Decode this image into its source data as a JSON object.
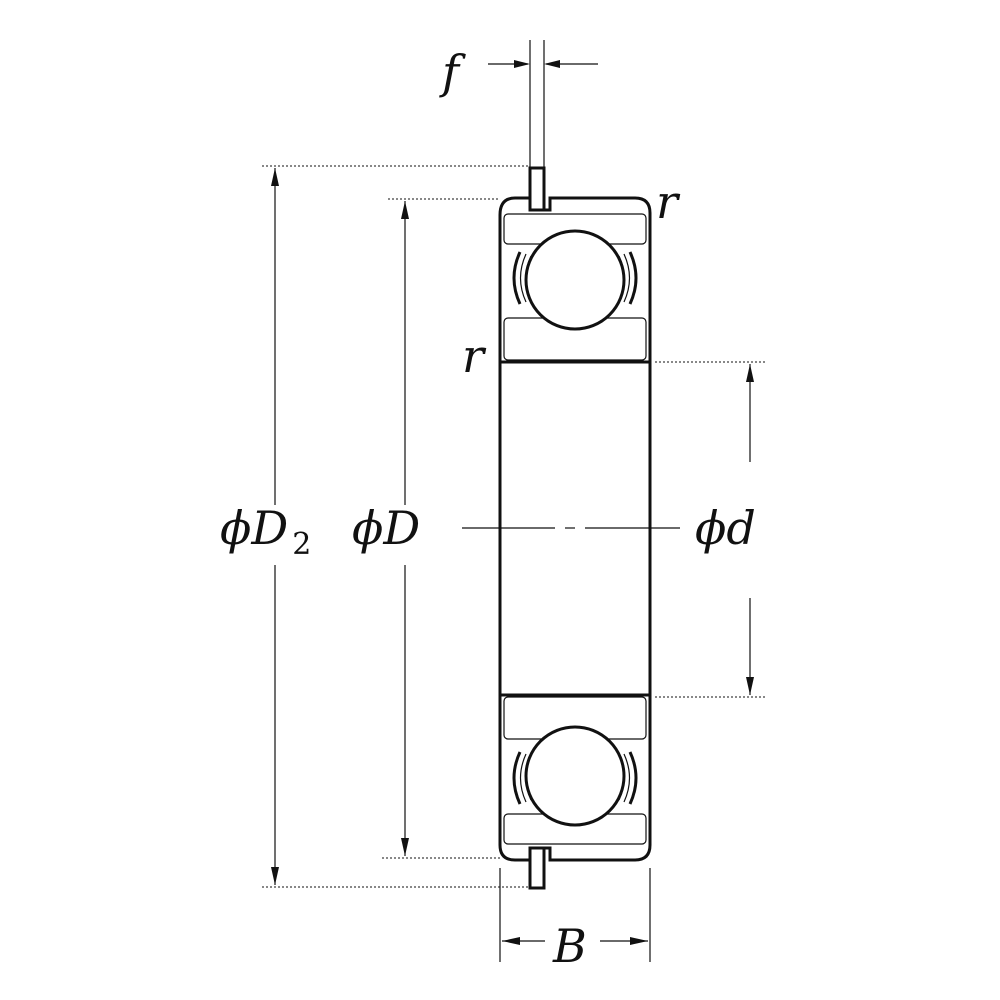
{
  "diagram": {
    "labels": {
      "f": "f",
      "r_outer": "r",
      "r_inner": "r",
      "phi": "ϕ",
      "D2_main": "D",
      "D2_sub": "2",
      "D": "D",
      "d": "d",
      "B": "B"
    },
    "colors": {
      "line": "#111111",
      "background": "#ffffff"
    }
  }
}
